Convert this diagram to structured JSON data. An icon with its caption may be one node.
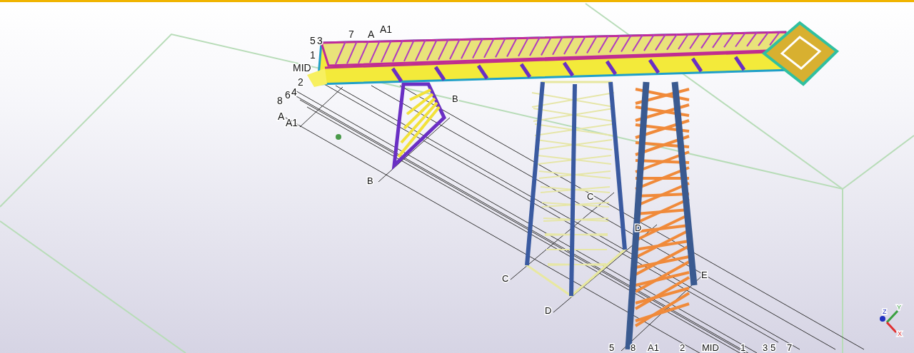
{
  "diagram": {
    "labels": [
      "7",
      "A",
      "5",
      "3",
      "A1",
      "1",
      "MID",
      "2",
      "8",
      "6",
      "4",
      "A",
      "A1",
      "B",
      "B",
      "C",
      "D",
      "C",
      "D",
      "E",
      "5",
      "8",
      "A1",
      "2",
      "MID",
      "1",
      "3",
      "5",
      "7",
      "Z",
      "Y",
      "X"
    ]
  }
}
